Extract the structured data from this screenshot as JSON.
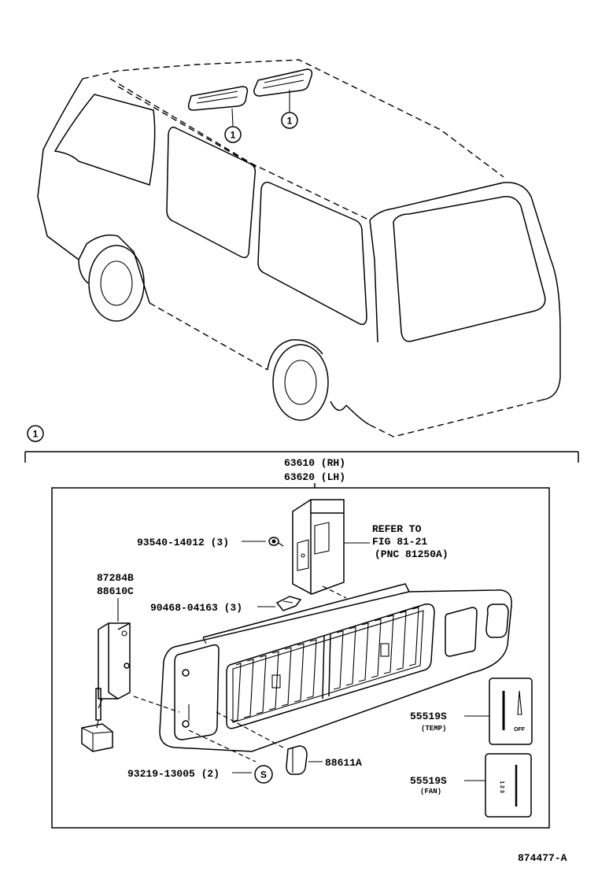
{
  "callout_number": "1",
  "assembly": {
    "part_rh": "63610 (RH)",
    "part_lh": "63620 (LH)"
  },
  "parts": {
    "screw": "93540-14012 (3)",
    "refer_line1": "REFER TO",
    "refer_line2": "FIG 81-21",
    "refer_line3": "(PNC 81250A)",
    "switch_1": "87284B",
    "switch_2": "88610C",
    "clip": "90468-04163 (3)",
    "screw_s": "93219-13005 (2)",
    "s_symbol": "S",
    "knob": "88611A",
    "temp_part": "55519S",
    "temp_label": "(TEMP)",
    "fan_part": "55519S",
    "fan_label": "(FAN)",
    "off_text": "OFF",
    "fan_dial_text": "1 2 3",
    "figure_id": "874477-A"
  }
}
